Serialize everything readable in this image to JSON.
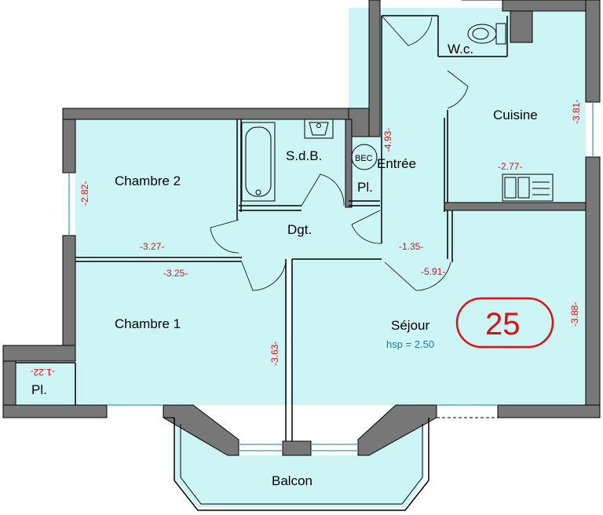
{
  "rooms": {
    "chambre2": "Chambre 2",
    "chambre1": "Chambre 1",
    "sdb": "S.d.B.",
    "wc": "W.c.",
    "cuisine": "Cuisine",
    "entree": "Entrée",
    "placard_entree": "Pl.",
    "bec": "BEC",
    "dgt": "Dgt.",
    "sejour": "Séjour",
    "hsp": "hsp = 2.50",
    "placard_ch1": "Pl.",
    "balcon": "Balcon"
  },
  "dimensions": {
    "ch2_height": "-2.82-",
    "ch2_width": "-3.27-",
    "ch1_width": "-3.25-",
    "ch1_height": "-3.63-",
    "entree_height": "-4.93-",
    "cuisine_height": "-3.81-",
    "cuisine_width": "-2.77-",
    "dgt_width": "-1.35-",
    "sejour_width": "-5.91-",
    "sejour_height": "-3.88-",
    "pl_width": "-1.22-"
  },
  "unit_number": "25",
  "colors": {
    "room_fill": "#cdf5f5",
    "wall": "#777777",
    "dimension_text": "#e01010",
    "unit_circle": "#e01010"
  }
}
